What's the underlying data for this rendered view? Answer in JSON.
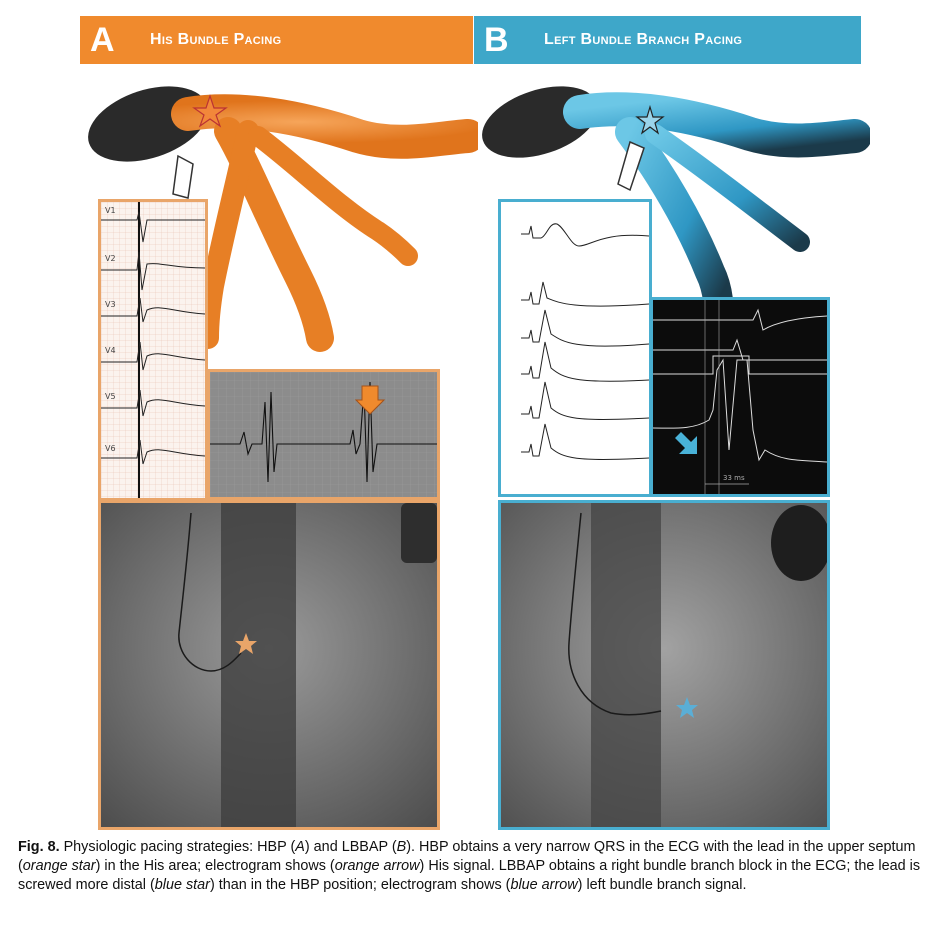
{
  "panel_a": {
    "letter": "A",
    "title": "His Bundle Pacing"
  },
  "panel_b": {
    "letter": "B",
    "title": "Left Bundle Branch Pacing"
  },
  "ecg_leads": [
    "V1",
    "V2",
    "V3",
    "V4",
    "V5",
    "V6"
  ],
  "egm_b": {
    "interval_label": "33 ms"
  },
  "colors": {
    "orange": "#f08a2d",
    "blue": "#3ea7c9"
  },
  "caption": {
    "fig_label": "Fig. 8.",
    "seg1": " Physiologic pacing strategies: HBP (",
    "em1": "A",
    "seg2": ") and LBBAP (",
    "em2": "B",
    "seg3": "). HBP obtains a very narrow QRS in the ECG with the lead in the upper septum (",
    "em3": "orange star",
    "seg4": ") in the His area; electrogram shows (",
    "em4": "orange arrow",
    "seg5": ") His signal. LBBAP obtains a right bundle branch block in the ECG; the lead is screwed more distal (",
    "em5": "blue star",
    "seg6": ") than in the HBP position; electrogram shows (",
    "em6": "blue arrow",
    "seg7": ") left bundle branch signal."
  }
}
